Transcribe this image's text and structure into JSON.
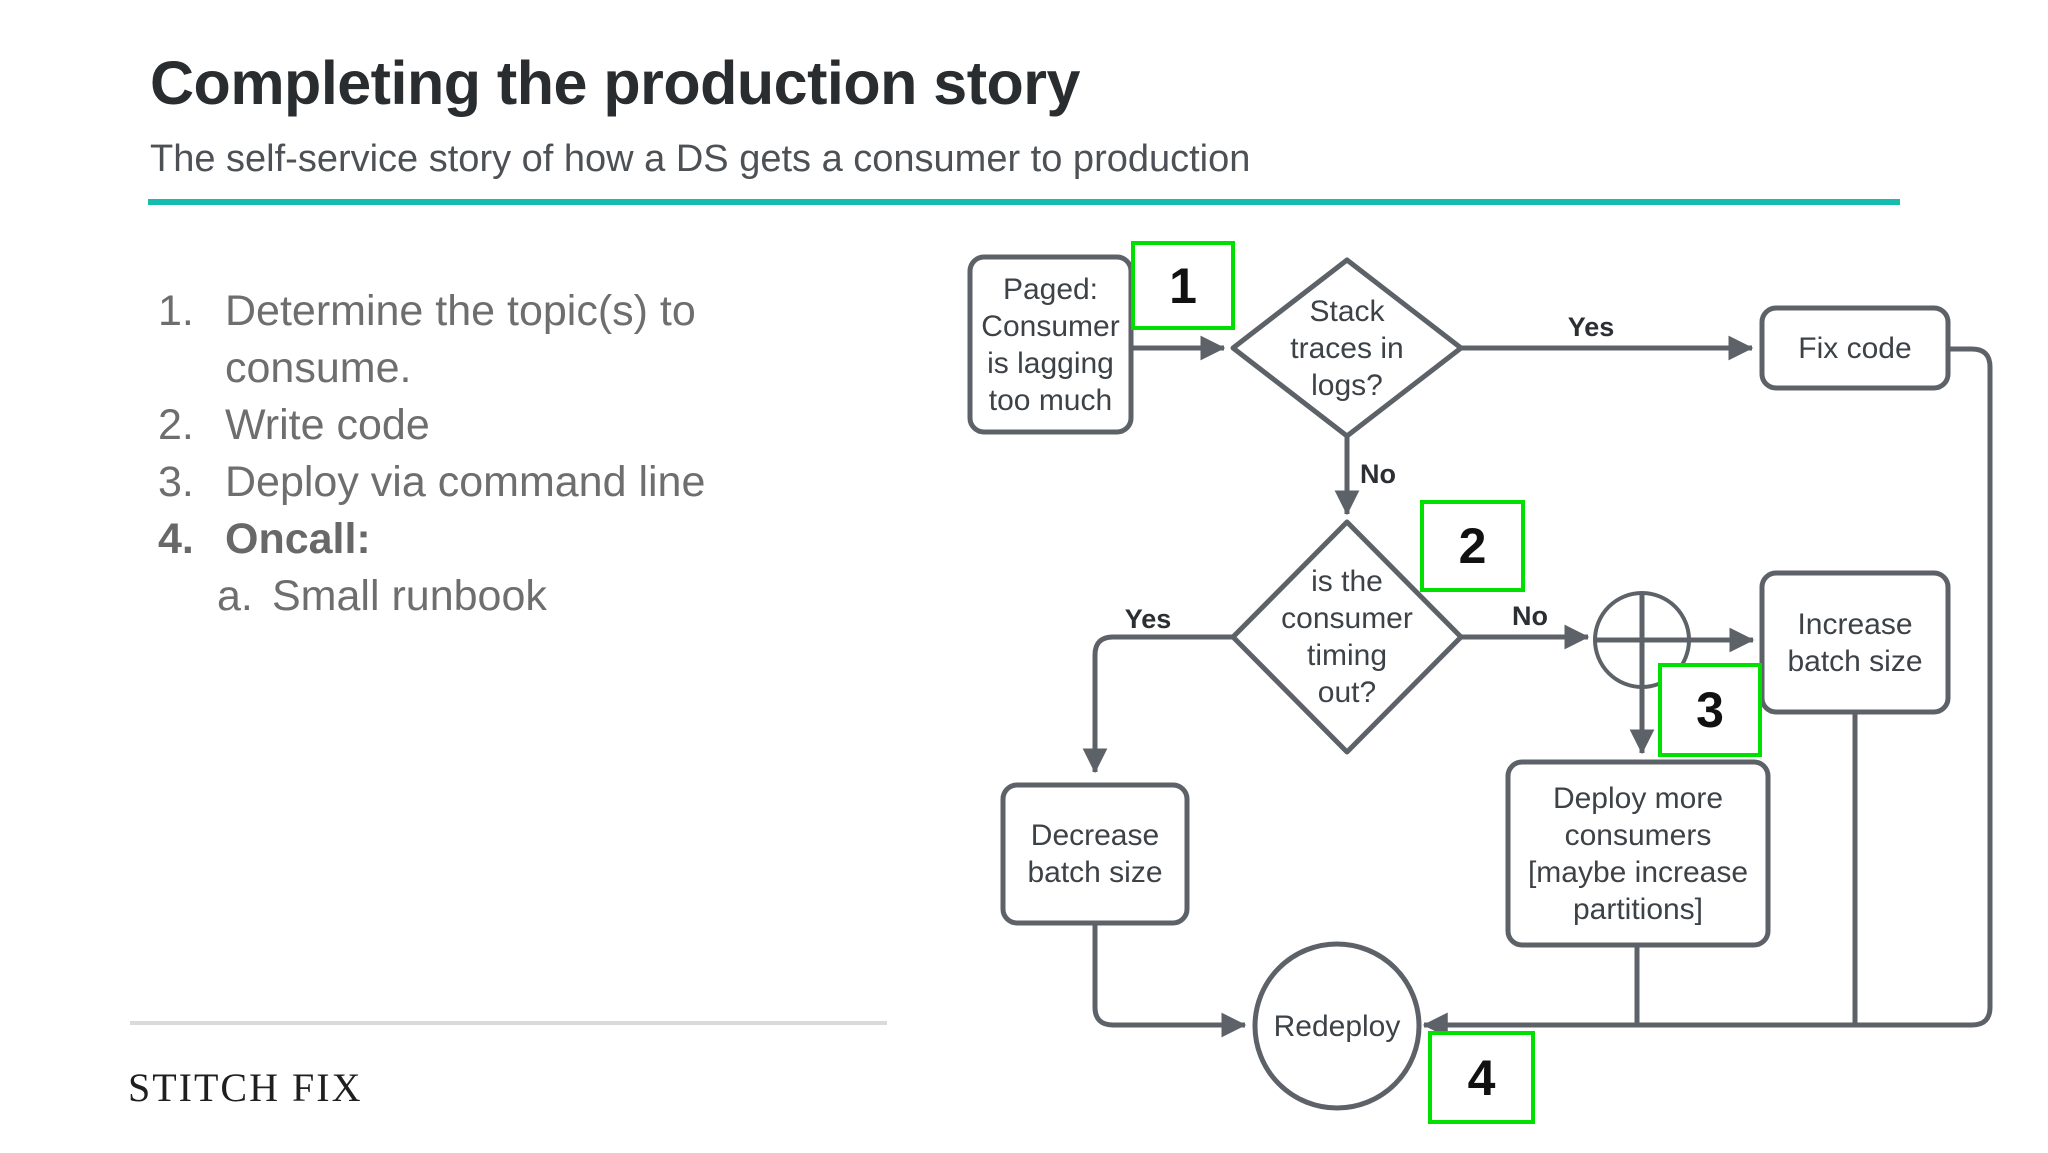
{
  "header": {
    "title": "Completing the production story",
    "subtitle": "The self-service story of how a DS gets a consumer to production"
  },
  "steps": [
    {
      "marker": "1.",
      "text": "Determine the topic(s) to consume."
    },
    {
      "marker": "2.",
      "text": "Write code"
    },
    {
      "marker": "3.",
      "text": "Deploy via command line"
    },
    {
      "marker": "4.",
      "text": "Oncall:"
    },
    {
      "marker": "a.",
      "text": "Small runbook"
    }
  ],
  "flowchart": {
    "nodes": {
      "paged": {
        "label": "Paged:\nConsumer\nis lagging\ntoo much"
      },
      "stack": {
        "label": "Stack\ntraces in\nlogs?"
      },
      "fix": {
        "label": "Fix code"
      },
      "timing": {
        "label": "is the\nconsumer\ntiming\nout?"
      },
      "increase": {
        "label": "Increase\nbatch size"
      },
      "deploy": {
        "label": "Deploy more\nconsumers\n[maybe increase\npartitions]"
      },
      "decrease": {
        "label": "Decrease\nbatch size"
      },
      "redeploy": {
        "label": "Redeploy"
      }
    },
    "labels": {
      "stack_yes": "Yes",
      "stack_no": "No",
      "timing_no": "No",
      "timing_yes": "Yes"
    },
    "callouts": {
      "c1": "1",
      "c2": "2",
      "c3": "3",
      "c4": "4"
    }
  },
  "footer": {
    "logo": "STITCH FIX"
  },
  "colors": {
    "accent_teal": "#14bdb0",
    "callout_green": "#00e000",
    "connector_gray": "#5c6267",
    "text_gray": "#6e6e6e"
  }
}
